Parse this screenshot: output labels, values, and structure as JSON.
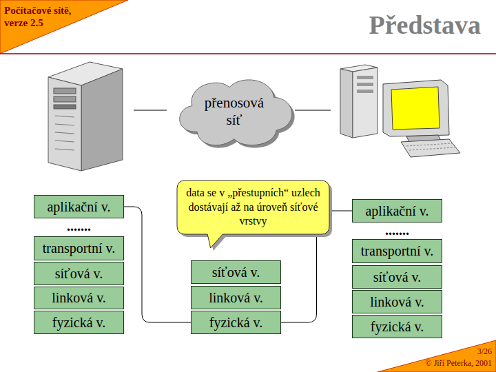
{
  "diagram": {
    "title": "Představa",
    "nodes": [
      {
        "text": [
          "přenosová síť"
        ]
      },
      {
        "text": [
          "data se v „přestupních“ uzlech dostávají až na úroveň síťové vrstvy"
        ]
      },
      {
        "text": [
          "aplikační v."
        ]
      },
      {
        "text": [
          "transportní v."
        ]
      },
      {
        "text": [
          "síťová v."
        ]
      },
      {
        "text": [
          "linková v."
        ]
      },
      {
        "text": [
          "fyzická v."
        ]
      },
      {
        "text": [
          "síťová v."
        ]
      },
      {
        "text": [
          "linková v."
        ]
      },
      {
        "text": [
          "fyzická v."
        ]
      },
      {
        "text": [
          "aplikační v."
        ]
      },
      {
        "text": [
          "transportní v."
        ]
      },
      {
        "text": [
          "síťová v."
        ]
      },
      {
        "text": [
          "linková v."
        ]
      },
      {
        "text": [
          "fyzická v."
        ]
      }
    ],
    "edges": [
      {
        "from": 2,
        "to": 9,
        "arrow": "none"
      },
      {
        "from": 9,
        "to": 10,
        "arrow": "none"
      }
    ],
    "labels": [
      "Počítačové sítě, verze 2.5",
      ".......",
      ".......",
      "3/26",
      "© Jiří Peterka, 2001"
    ]
  }
}
